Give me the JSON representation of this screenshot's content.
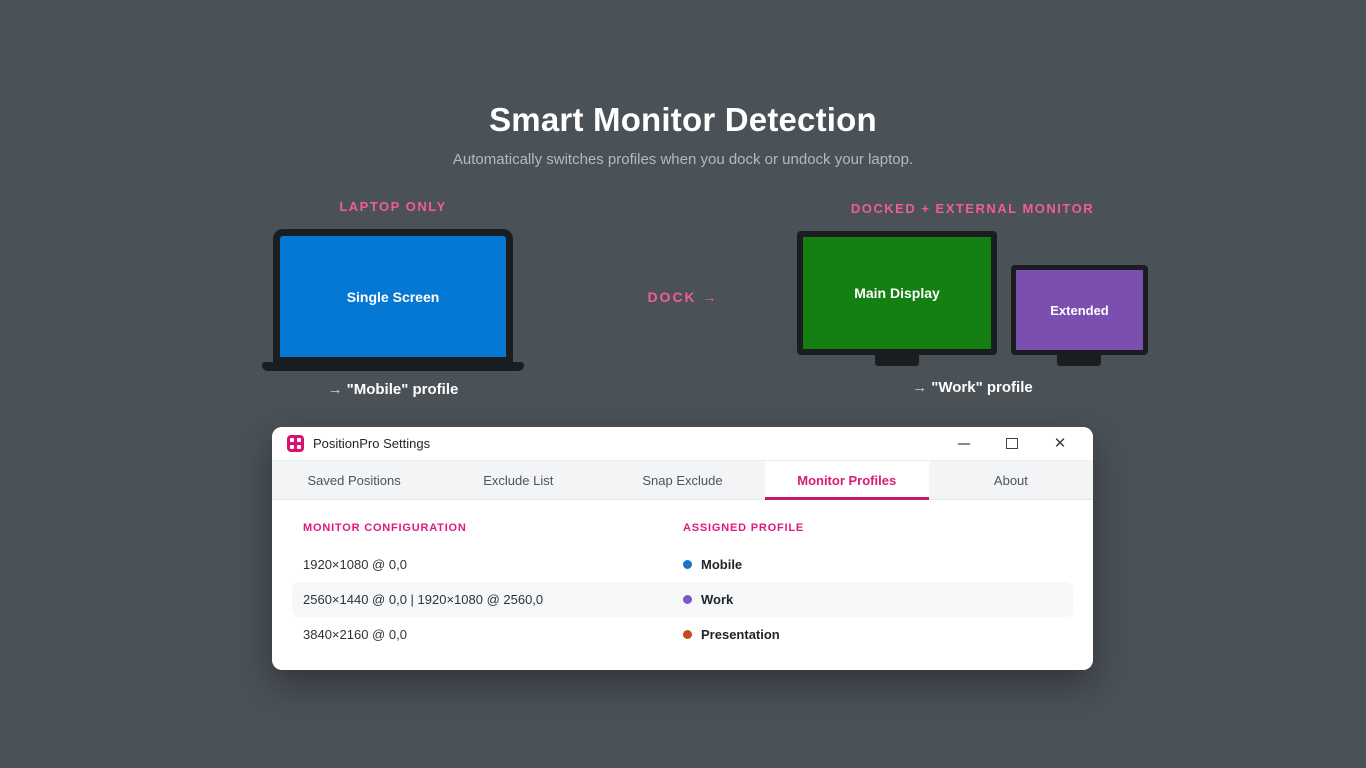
{
  "page": {
    "title": "Smart Monitor Detection",
    "subtitle": "Automatically switches profiles when you dock or undock your laptop."
  },
  "illustration": {
    "laptop": {
      "label": "LAPTOP ONLY",
      "screen_text": "Single Screen",
      "screen_color": "#0578d4",
      "caption_arrow": "→",
      "caption": "\"Mobile\" profile"
    },
    "dock_arrow_label": "DOCK →",
    "docked": {
      "label": "DOCKED + EXTERNAL MONITOR",
      "main_text": "Main Display",
      "main_color": "#148014",
      "ext_text": "Extended",
      "ext_color": "#7a4fb0",
      "caption_arrow": "→",
      "caption": "\"Work\" profile"
    }
  },
  "window": {
    "title": "PositionPro Settings",
    "controls": {
      "close_glyph": "✕"
    },
    "tabs": [
      {
        "label": "Saved Positions"
      },
      {
        "label": "Exclude List"
      },
      {
        "label": "Snap Exclude"
      },
      {
        "label": "Monitor Profiles"
      },
      {
        "label": "About"
      }
    ],
    "active_tab": "Monitor Profiles",
    "table": {
      "headers": {
        "config": "MONITOR CONFIGURATION",
        "profile": "ASSIGNED PROFILE"
      },
      "rows": [
        {
          "config": "1920×1080 @ 0,0",
          "profile": "Mobile",
          "dot_color": "#1a73c9"
        },
        {
          "config": "2560×1440 @ 0,0 | 1920×1080 @ 2560,0",
          "profile": "Work",
          "dot_color": "#7e57c2"
        },
        {
          "config": "3840×2160 @ 0,0",
          "profile": "Presentation",
          "dot_color": "#c84b1d"
        }
      ]
    }
  },
  "colors": {
    "background": "#4a5157",
    "accent_pink": "#ef5c9e",
    "accent_magenta": "#d81b74"
  }
}
